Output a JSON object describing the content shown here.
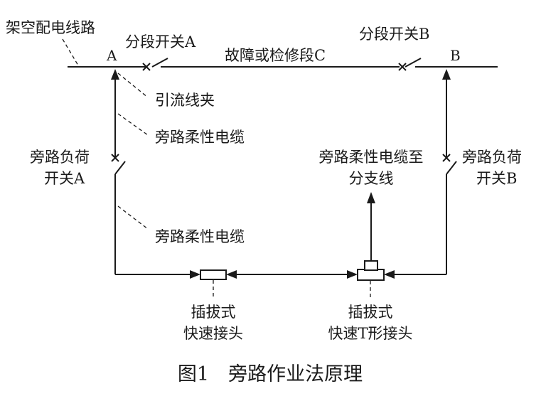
{
  "labels": {
    "overhead_line": "架空配电线路",
    "point_a": "A",
    "point_b": "B",
    "section_switch_a": "分段开关A",
    "section_switch_b": "分段开关B",
    "fault_section": "故障或检修段C",
    "drainage_clamp": "引流线夹",
    "bypass_cable_upper": "旁路柔性电缆",
    "bypass_cable_lower": "旁路柔性电缆",
    "bypass_switch_a_line1": "旁路负荷",
    "bypass_switch_a_line2": "开关A",
    "bypass_switch_b_line1": "旁路负荷",
    "bypass_switch_b_line2": "开关B",
    "branch_cable_line1": "旁路柔性电缆至",
    "branch_cable_line2": "分支线",
    "quick_connector_line1": "插拔式",
    "quick_connector_line2": "快速接头",
    "t_connector_line1": "插拔式",
    "t_connector_line2": "快速T形接头"
  },
  "caption": "图1　旁路作业法原理"
}
